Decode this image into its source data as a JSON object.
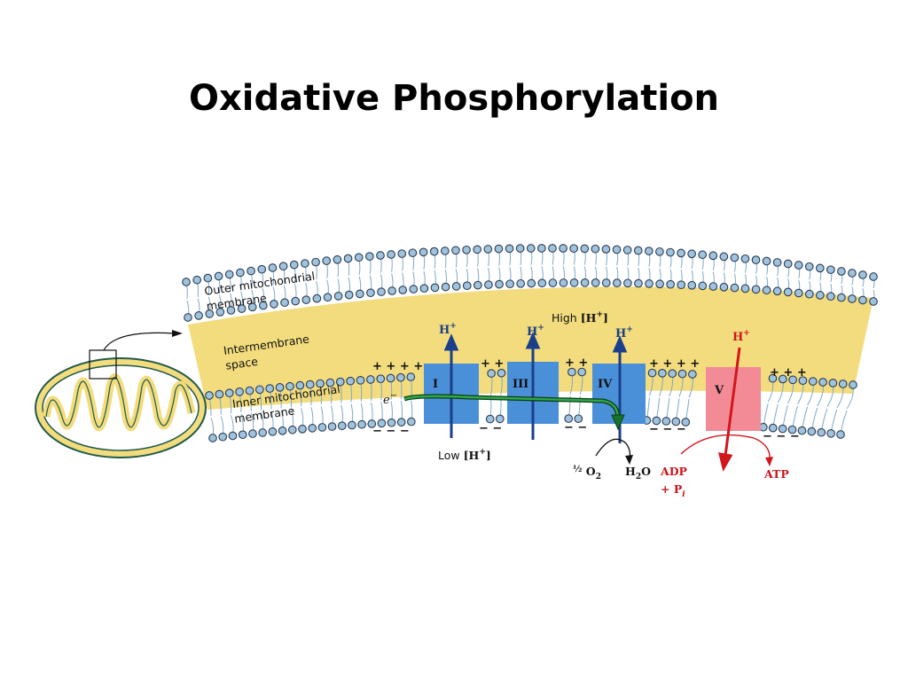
{
  "title": "Oxidative Phosphorylation",
  "labels": {
    "outer_membrane_1": "Outer mitochondrial",
    "outer_membrane_2": "membrane",
    "intermembrane_1": "Intermembrane",
    "intermembrane_2": "space",
    "inner_membrane_1": "Inner mitochondrial",
    "inner_membrane_2": "membrane",
    "high_h": "High [H+]",
    "low_h": "Low [H+]",
    "electron": "e−",
    "h_plus": "H+"
  },
  "complexes": [
    {
      "id": "I",
      "label": "I",
      "color": "#4a90d9"
    },
    {
      "id": "III",
      "label": "III",
      "color": "#4a90d9"
    },
    {
      "id": "IV",
      "label": "IV",
      "color": "#4a90d9"
    },
    {
      "id": "V",
      "label": "V",
      "color": "#f28b96"
    }
  ],
  "charges": {
    "plus_1": "+ + + +",
    "plus_2": "+ +",
    "plus_3": "+ +",
    "plus_4": "+ + + +",
    "plus_5": "+ + +",
    "minus_1": "− − −",
    "minus_2": "− −",
    "minus_3": "− −",
    "minus_4": "− − −",
    "minus_5": "− − −"
  },
  "reaction": {
    "oxygen": "½ O2",
    "water": "H2O",
    "adp": "ADP",
    "pi": "+ Pi",
    "atp": "ATP"
  },
  "colors": {
    "intermembrane": "#f2dc7d",
    "membrane_head": "#9fc3dc",
    "membrane_stroke": "#2b3a55",
    "tail": "#7fa9c9",
    "complex_blue": "#4a90d9",
    "complex_pink": "#f28b96",
    "proton_arrow_blue": "#1b3f8a",
    "proton_arrow_red": "#d1161c",
    "electron_path": "#17732b"
  }
}
